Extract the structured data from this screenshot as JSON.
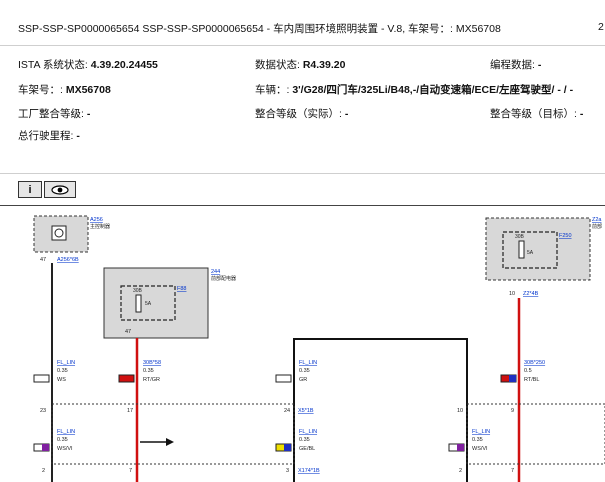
{
  "header": {
    "title": "SSP-SSP-SP0000065654 SSP-SSP-SP0000065654 - 车内周围环境照明装置 - V.8, 车架号：: MX56708",
    "page": "2"
  },
  "info": {
    "ista_label": "ISTA 系统状态: ",
    "ista_value": "4.39.20.24455",
    "data_label": "数据状态: ",
    "data_value": "R4.39.20",
    "prog_label": "编程数据: ",
    "prog_value": "-",
    "vin_label": "车架号：: ",
    "vin_value": "MX56708",
    "vehicle_label": "车辆：: ",
    "vehicle_value": "3'/G28/四门车/325Li/B48,-/自动变速箱/ECE/左座驾驶型/ - / -",
    "factory_label": "工厂整合等级: ",
    "factory_value": "-",
    "actual_label": "整合等级（实际）: ",
    "actual_value": "-",
    "target_label": "整合等级（目标）: ",
    "target_value": "-",
    "mileage_label": "总行驶里程: ",
    "mileage_value": "-"
  },
  "toolbar": {
    "info_label": "i",
    "eye_icon": "eye-icon"
  },
  "diagram": {
    "a256": {
      "code": "A256",
      "desc": "主控制器",
      "pin": "47",
      "conn": "A256*6B"
    },
    "k244": {
      "code": "244",
      "desc": "前部配电器",
      "fuse": "F88",
      "amp": "5A",
      "inner": "30B",
      "pin": "47"
    },
    "z": {
      "code": "Z2a",
      "desc": "前部",
      "fuse": "F250",
      "amp": "5A",
      "inner": "30B",
      "pin": "10",
      "conn": "Z2*4B"
    },
    "wires": [
      {
        "name": "FL_LIN",
        "size": "0.35",
        "color": "WS",
        "swatch": "#ffffff"
      },
      {
        "name": "30B*58",
        "size": "0.35",
        "color": "RT/GR",
        "swatch": "#d01010"
      },
      {
        "name": "FL_LIN",
        "size": "0.35",
        "color": "GR",
        "swatch": "#ffffff"
      },
      {
        "name": "30B*250",
        "size": "0.5",
        "color": "RT/BL",
        "swatch": "#d01010"
      }
    ],
    "pins_mid": [
      "23",
      "17",
      "24",
      "10",
      "9"
    ],
    "conn_x5": "X5*1B",
    "wires2": [
      {
        "name": "FL_LIN",
        "size": "0.35",
        "color": "WS/VI",
        "swatch": "#ffffff"
      },
      {
        "name": "FL_LIN",
        "size": "0.35",
        "color": "GE/BL",
        "swatch": "#f0e000"
      },
      {
        "name": "FL_LIN",
        "size": "0.35",
        "color": "WS/VI",
        "swatch": "#ffffff"
      }
    ],
    "pins_bottom": [
      "2",
      "7",
      "3",
      "2",
      "7"
    ],
    "conn_x174": "X174*1B"
  }
}
